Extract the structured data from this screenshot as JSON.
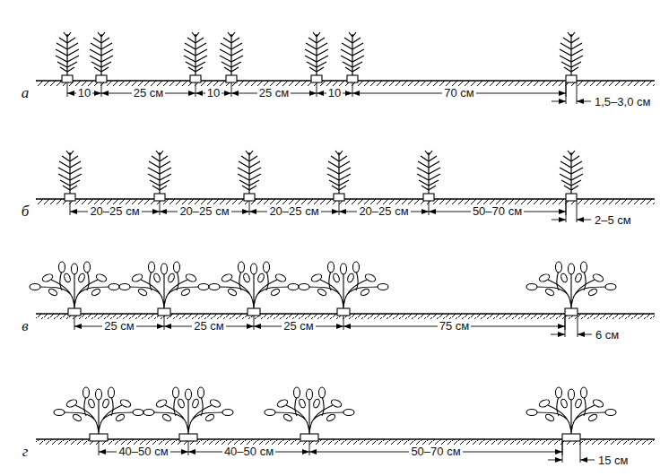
{
  "diagram": {
    "labels": [
      "а",
      "10",
      "25 см",
      "10",
      "25 см",
      "10",
      "70 см",
      "1,5–3,0 см",
      "б",
      "20–25 см",
      "20–25 см",
      "20–25 см",
      "20–25 см",
      "50–70 см",
      "2–5 см",
      "в",
      "25 см",
      "25 см",
      "25 см",
      "75 см",
      "6 см",
      "г",
      "40–50 см",
      "40–50 см",
      "50–70 см",
      "15 см"
    ]
  }
}
